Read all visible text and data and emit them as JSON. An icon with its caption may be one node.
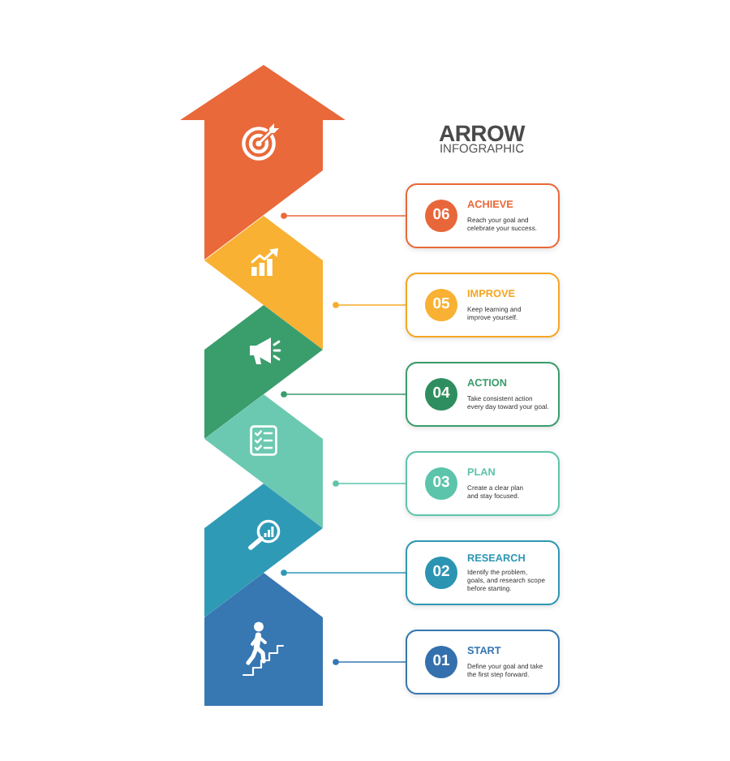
{
  "diagram": {
    "title": "ARROW",
    "nodes": [
      {
        "text": [],
        "shape": "arrow"
      },
      {
        "text": [
          "ACHIEVE",
          "Reach your goal and celebrate your success."
        ]
      },
      {
        "text": [
          "06"
        ],
        "in": 1
      },
      {
        "text": [],
        "shape": "band"
      },
      {
        "text": [
          "IMPROVE",
          "Keep learning and improve yourself."
        ]
      },
      {
        "text": [
          "05"
        ],
        "in": 4
      },
      {
        "text": [],
        "shape": "band"
      },
      {
        "text": [
          "ACTION",
          "Take consistent action every day toward your goal."
        ]
      },
      {
        "text": [
          "04"
        ],
        "in": 7
      },
      {
        "text": [],
        "shape": "band"
      },
      {
        "text": [
          "PLAN",
          "Create a clear plan and stay focused."
        ]
      },
      {
        "text": [
          "03"
        ],
        "in": 10
      },
      {
        "text": [],
        "shape": "band"
      },
      {
        "text": [
          "RESEARCH",
          "Identify the problem, goals, and research scope before starting."
        ]
      },
      {
        "text": [
          "02"
        ],
        "in": 13
      },
      {
        "text": [],
        "shape": "band"
      },
      {
        "text": [
          "START",
          "Define your goal and take the first step forward."
        ]
      },
      {
        "text": [
          "01"
        ],
        "in": 16
      }
    ],
    "edges": [
      {
        "from": 1,
        "to": 0,
        "arrow": "other",
        "color": "#e9693a"
      },
      {
        "from": 4,
        "to": 3,
        "arrow": "other",
        "color": "#f5ad2b"
      },
      {
        "from": 7,
        "to": 6,
        "arrow": "other",
        "color": "#3a9c6c"
      },
      {
        "from": 10,
        "to": 9,
        "arrow": "other",
        "color": "#5fc4aa"
      },
      {
        "from": 13,
        "to": 12,
        "arrow": "other",
        "color": "#2f98b5"
      },
      {
        "from": 16,
        "to": 15,
        "arrow": "other",
        "color": "#3777b2"
      }
    ],
    "labels": [
      "INFOGRAPHIC"
    ]
  }
}
